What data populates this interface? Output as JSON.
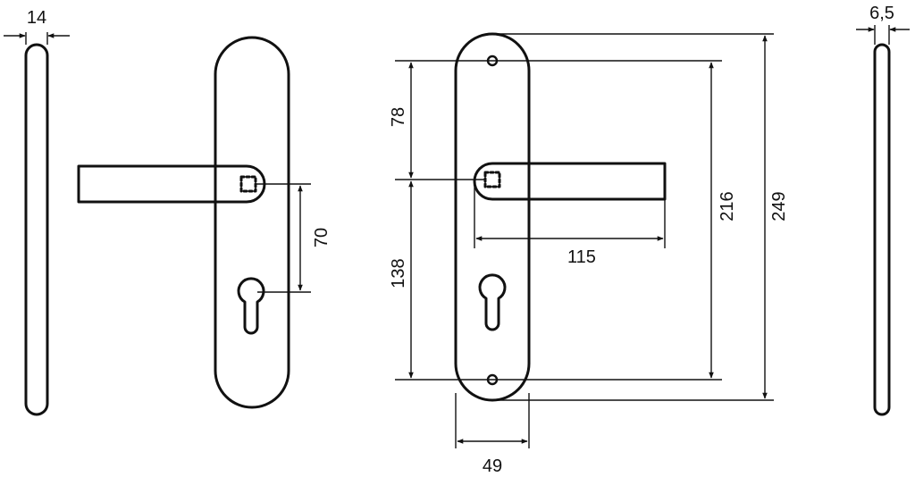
{
  "dimensions": {
    "side_left": "14",
    "side_right": "6,5",
    "handle_spacing": "70",
    "top_to_spindle": "78",
    "spindle_to_bottom": "138",
    "handle_length": "115",
    "hole_spacing": "216",
    "plate_height": "249",
    "plate_width": "49"
  },
  "colors": {
    "line": "#111111",
    "background": "#ffffff"
  }
}
